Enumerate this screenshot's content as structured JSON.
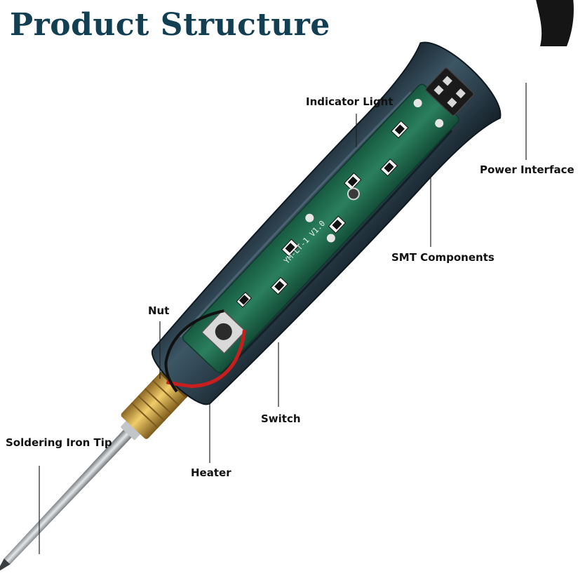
{
  "title": "Product Structure",
  "pcb_marking": "YM-LT-1 V1.0",
  "labels": {
    "indicator_light": "Indicator Light",
    "power_interface": "Power Interface",
    "smt_components": "SMT Components",
    "nut": "Nut",
    "switch": "Switch",
    "soldering_iron_tip": "Soldering Iron Tip",
    "heater": "Heater"
  },
  "colors": {
    "title": "#123f52",
    "housing": "#2e4452",
    "pcb": "#1f6b4f",
    "brass": "#c89b3c",
    "tip": "#a9adb0",
    "cable": "#1a1a1a",
    "wire_red": "#c81e1e"
  }
}
